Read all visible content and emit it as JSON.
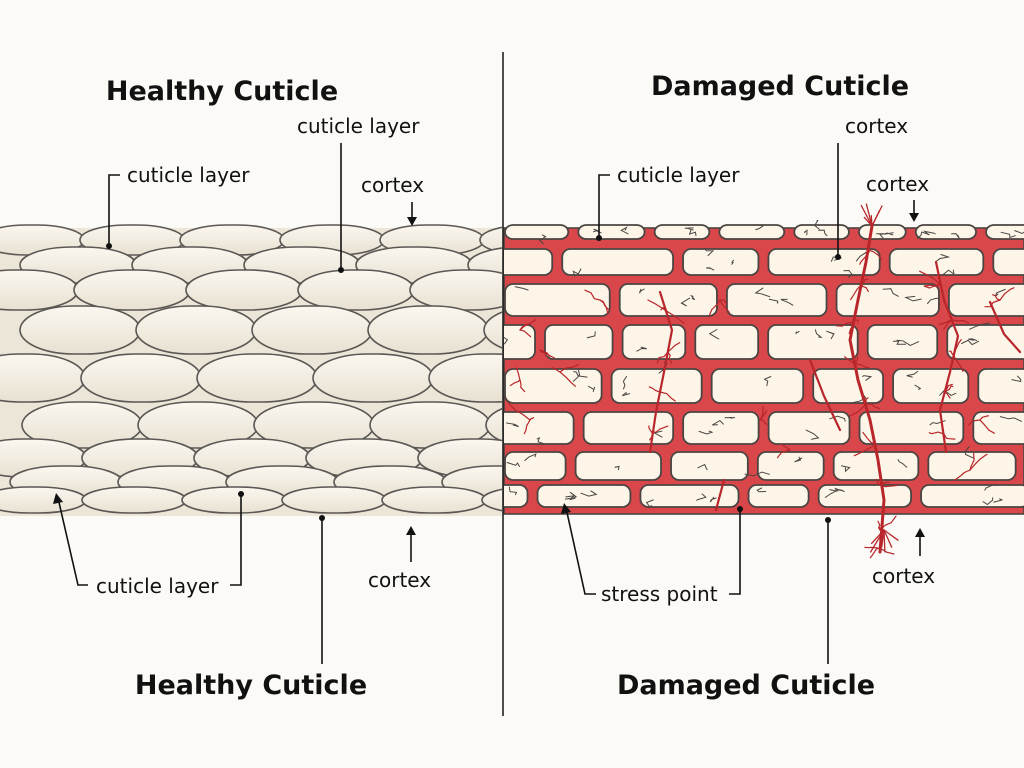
{
  "healthy": {
    "title_top": "Healthy Cuticle",
    "title_bottom": "Healthy Cuticle",
    "labels": {
      "cuticle_layer_upper_left": "cuticle layer",
      "cuticle_layer_upper_right": "cuticle layer",
      "cortex_upper": "cortex",
      "cuticle_layer_lower": "cuticle layer",
      "cortex_lower": "cortex"
    }
  },
  "damaged": {
    "title_top": "Damaged Cuticle",
    "title_bottom": "Damaged Cuticle",
    "labels": {
      "cortex_top": "cortex",
      "cuticle_layer": "cuticle layer",
      "cortex_upper": "cortex",
      "stress_point": "stress point",
      "cortex_lower": "cortex"
    }
  },
  "colors": {
    "background": "#fbfaf7",
    "scale_fill": "#f3ede0",
    "scale_outline": "#5a5754",
    "damaged_matrix": "#d9474a",
    "crack_red": "#b8262b",
    "plate_fill": "#fcf5e8"
  }
}
